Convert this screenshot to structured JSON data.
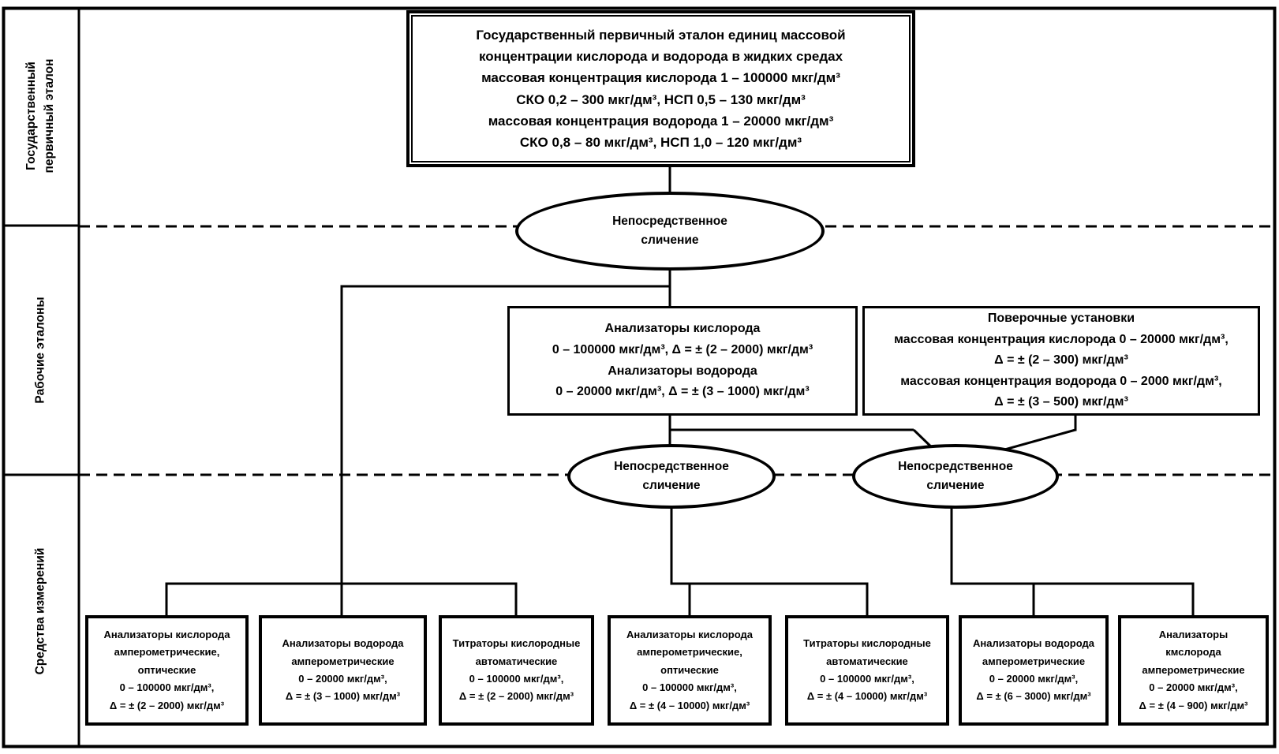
{
  "colors": {
    "ink": "#000000",
    "background": "#ffffff"
  },
  "sidebar": {
    "items": [
      {
        "label": [
          "Государственный",
          "первичный эталон"
        ]
      },
      {
        "label": [
          "Рабочие эталоны"
        ]
      },
      {
        "label": [
          "Средства измерений"
        ]
      }
    ]
  },
  "nodes": {
    "primary_standard": {
      "lines": [
        "Государственный первичный эталон единиц массовой",
        "концентрации кислорода и водорода в жидких средах",
        "массовая концентрация кислорода 1 – 100000 мкг/дм³",
        "СКО 0,2 – 300 мкг/дм³, НСП 0,5 – 130 мкг/дм³",
        "массовая концентрация водорода 1 – 20000 мкг/дм³",
        "СКО 0,8 – 80 мкг/дм³, НСП 1,0 – 120 мкг/дм³"
      ]
    },
    "comparison_top": {
      "lines": [
        "Непосредственное",
        "сличение"
      ]
    },
    "comparison_left": {
      "lines": [
        "Непосредственное",
        "сличение"
      ]
    },
    "comparison_right": {
      "lines": [
        "Непосредственное",
        "сличение"
      ]
    },
    "working_analyzers": {
      "lines": [
        "Анализаторы кислорода",
        "0 – 100000 мкг/дм³, Δ = ± (2 – 2000) мкг/дм³",
        "Анализаторы водорода",
        "0 – 20000 мкг/дм³, Δ = ± (3 – 1000) мкг/дм³"
      ]
    },
    "working_installations": {
      "lines": [
        "Поверочные установки",
        "массовая концентрация кислорода 0 – 20000 мкг/дм³,",
        "Δ = ± (2 – 300) мкг/дм³",
        "массовая концентрация водорода 0 – 2000 мкг/дм³,",
        "Δ = ± (3 – 500) мкг/дм³"
      ]
    },
    "instruments": [
      {
        "lines": [
          "Анализаторы кислорода",
          "амперометрические,",
          "оптические",
          "0 – 100000 мкг/дм³,",
          "Δ = ± (2 – 2000) мкг/дм³"
        ]
      },
      {
        "lines": [
          "Анализаторы водорода",
          "амперометрические",
          "0 – 20000 мкг/дм³,",
          "Δ = ± (3 – 1000) мкг/дм³"
        ]
      },
      {
        "lines": [
          "Титраторы кислородные",
          "автоматические",
          "0 – 100000 мкг/дм³,",
          "Δ = ± (2 – 2000) мкг/дм³"
        ]
      },
      {
        "lines": [
          "Анализаторы кислорода",
          "амперометрические,",
          "оптические",
          "0 – 100000 мкг/дм³,",
          "Δ = ± (4 – 10000) мкг/дм³"
        ]
      },
      {
        "lines": [
          "Титраторы кислородные",
          "автоматические",
          "0 – 100000 мкг/дм³,",
          "Δ = ± (4 – 10000) мкг/дм³"
        ]
      },
      {
        "lines": [
          "Анализаторы водорода",
          "амперометрические",
          "0 – 20000 мкг/дм³,",
          "Δ = ± (6 – 3000) мкг/дм³"
        ]
      },
      {
        "lines": [
          "Анализаторы",
          "кмслорода",
          "амперометрические",
          "0 – 20000 мкг/дм³,",
          "Δ = ± (4 – 900) мкг/дм³"
        ]
      }
    ]
  }
}
